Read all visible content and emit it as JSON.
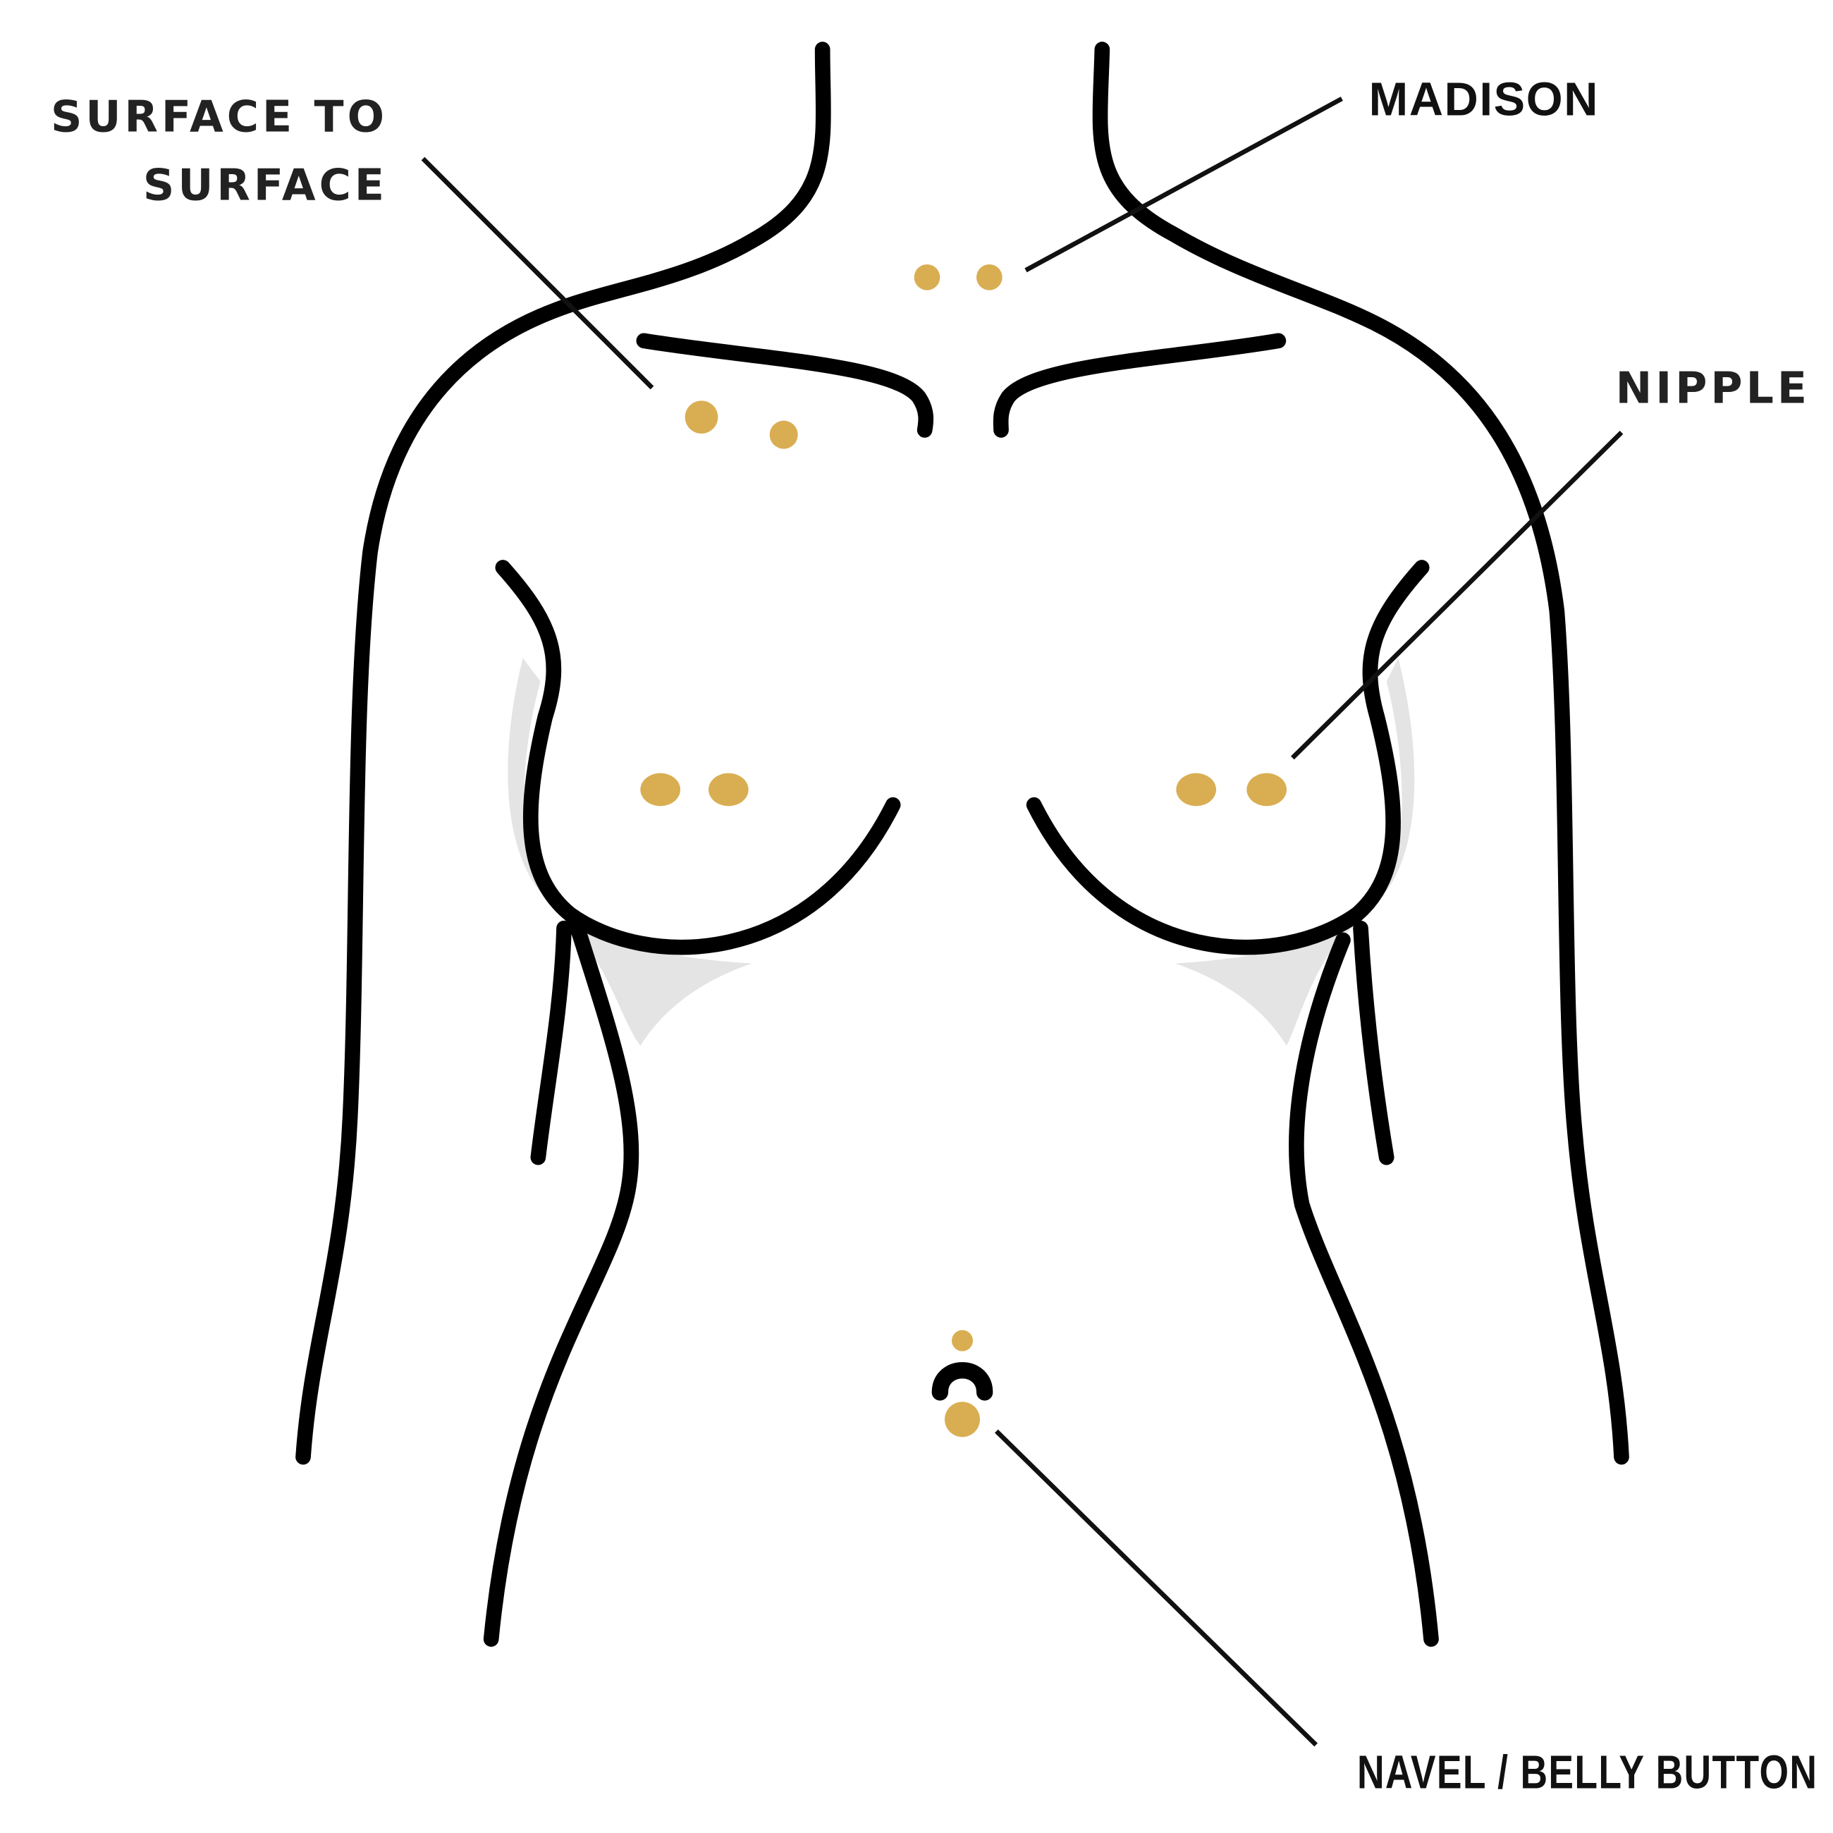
{
  "labels": {
    "surface_line1": "SURFACE TO",
    "surface_line2": "SURFACE",
    "madison": "MADISON",
    "nipple": "NIPPLE",
    "navel": "NAVEL / BELLY BUTTON"
  },
  "colors": {
    "outline": "#000000",
    "jewelry": "#D9AE52",
    "shadow": "#E2E2E2"
  }
}
